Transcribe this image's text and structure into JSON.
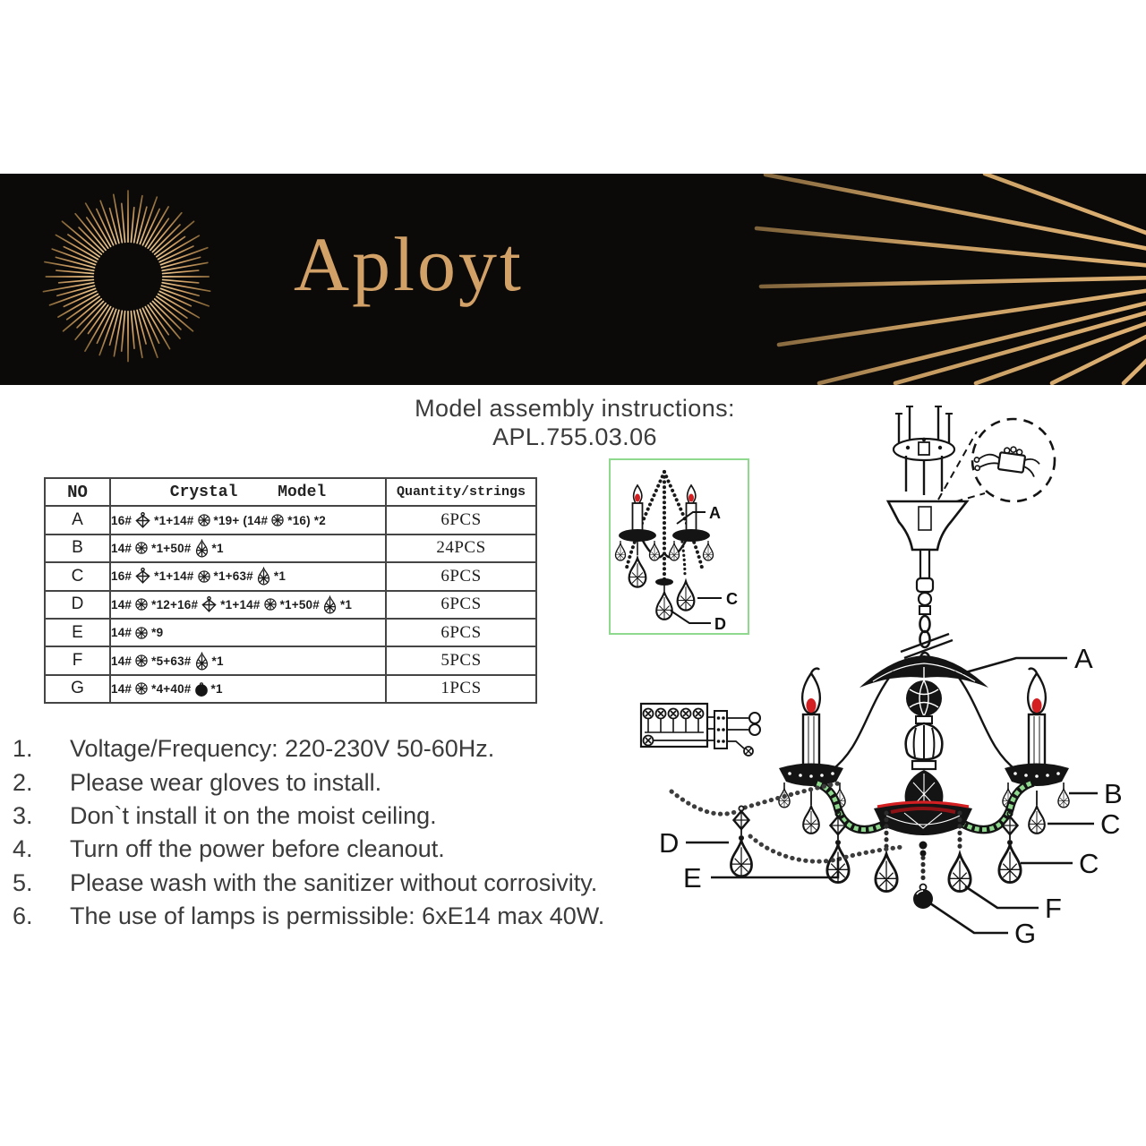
{
  "brand": {
    "name": "Aployt"
  },
  "title": {
    "line1": "Model assembly instructions:",
    "line2": "APL.755.03.06"
  },
  "table": {
    "headers": {
      "no": "NO",
      "model": "Crystal Model",
      "qty": "Quantity/strings"
    },
    "rows": [
      {
        "no": "A",
        "qty": "6PCS",
        "model": [
          {
            "t": "16#"
          },
          {
            "icon": "diamond-crystal-icon"
          },
          {
            "t": "*1+14#"
          },
          {
            "icon": "round-bead-icon"
          },
          {
            "t": "*19+ (14#"
          },
          {
            "icon": "round-bead-icon"
          },
          {
            "t": "*16) *2"
          }
        ]
      },
      {
        "no": "B",
        "qty": "24PCS",
        "model": [
          {
            "t": "14#"
          },
          {
            "icon": "round-bead-icon"
          },
          {
            "t": "*1+50#"
          },
          {
            "icon": "teardrop-crystal-icon"
          },
          {
            "t": "*1"
          }
        ]
      },
      {
        "no": "C",
        "qty": "6PCS",
        "model": [
          {
            "t": "16#"
          },
          {
            "icon": "diamond-crystal-icon"
          },
          {
            "t": "*1+14#"
          },
          {
            "icon": "round-bead-icon"
          },
          {
            "t": "*1+63#"
          },
          {
            "icon": "teardrop-crystal-icon"
          },
          {
            "t": "*1"
          }
        ]
      },
      {
        "no": "D",
        "qty": "6PCS",
        "model": [
          {
            "t": "14#"
          },
          {
            "icon": "round-bead-icon"
          },
          {
            "t": "*12+16#"
          },
          {
            "icon": "diamond-crystal-icon"
          },
          {
            "t": "*1+14#"
          },
          {
            "icon": "round-bead-icon"
          },
          {
            "t": "*1+50#"
          },
          {
            "icon": "teardrop-crystal-icon"
          },
          {
            "t": "*1"
          }
        ]
      },
      {
        "no": "E",
        "qty": "6PCS",
        "model": [
          {
            "t": "14#"
          },
          {
            "icon": "round-bead-icon"
          },
          {
            "t": "*9"
          }
        ]
      },
      {
        "no": "F",
        "qty": "5PCS",
        "model": [
          {
            "t": "14#"
          },
          {
            "icon": "round-bead-icon"
          },
          {
            "t": "*5+63#"
          },
          {
            "icon": "teardrop-crystal-icon"
          },
          {
            "t": "*1"
          }
        ]
      },
      {
        "no": "G",
        "qty": "1PCS",
        "model": [
          {
            "t": "14#"
          },
          {
            "icon": "round-bead-icon"
          },
          {
            "t": "*4+40#"
          },
          {
            "icon": "ball-crystal-icon"
          },
          {
            "t": "*1"
          }
        ]
      }
    ]
  },
  "instructions": [
    {
      "num": "1.",
      "text": "Voltage/Frequency: 220-230V 50-60Hz."
    },
    {
      "num": "2.",
      "text": "Please wear gloves to install."
    },
    {
      "num": "3.",
      "text": "Don`t install it on the moist ceiling."
    },
    {
      "num": "4.",
      "text": "Turn off the power before cleanout."
    },
    {
      "num": "5.",
      "text": "Please wash with the sanitizer without corrosivity."
    },
    {
      "num": "6.",
      "text": "The use of lamps is permissible: 6xE14 max 40W."
    }
  ],
  "diagram": {
    "thumb_labels": {
      "a": "A",
      "c": "C",
      "d": "D"
    },
    "labels": {
      "a": "A",
      "b": "B",
      "c1": "C",
      "c2": "C",
      "d": "D",
      "e": "E",
      "f": "F",
      "g": "G"
    }
  },
  "colors": {
    "banner_bg": "#0c0a08",
    "gold": "#d2a167",
    "accent_green": "#8fd98f",
    "accent_red": "#d31f22",
    "dark_red": "#8c1216",
    "ink": "#141414"
  }
}
